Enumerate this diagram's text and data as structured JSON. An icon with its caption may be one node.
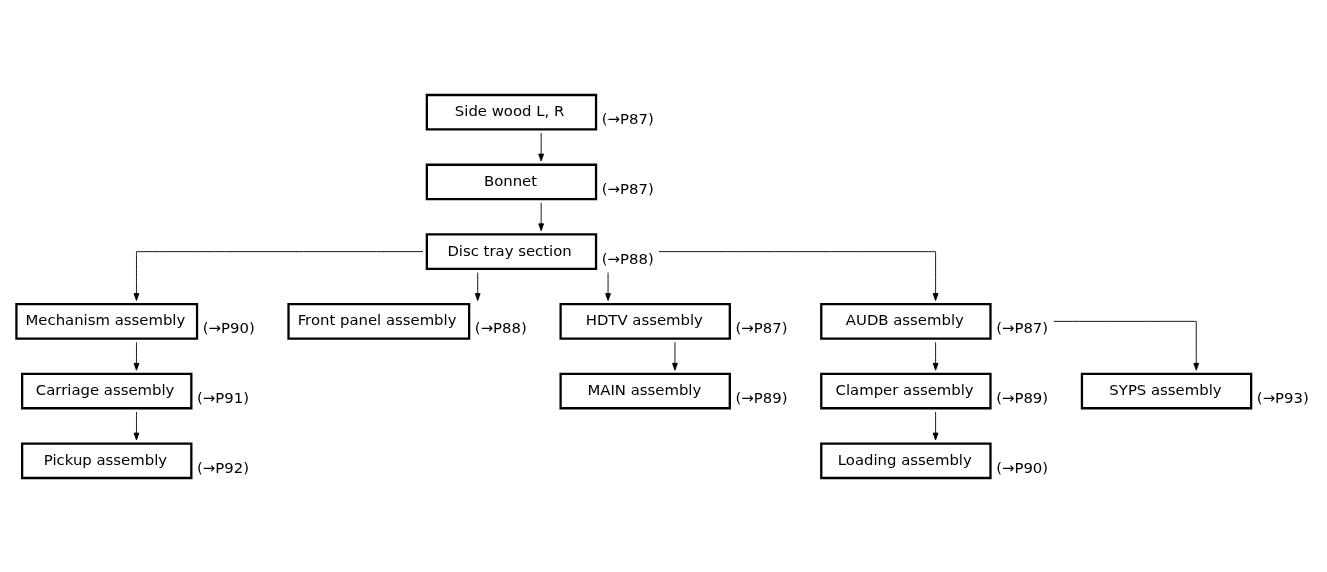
{
  "diagram": {
    "nodes": [
      {
        "text": [
          "Side wood L, R"
        ],
        "beside": [
          "(→P87)"
        ]
      },
      {
        "text": [
          "Bonnet"
        ],
        "beside": [
          "(→P87)"
        ]
      },
      {
        "text": [
          "Disc tray section"
        ],
        "beside": [
          "(→P88)"
        ]
      },
      {
        "text": [
          "Mechanism assembly"
        ],
        "beside": [
          "(→P90)"
        ]
      },
      {
        "text": [
          "Front panel assembly"
        ],
        "beside": [
          "(→P88)"
        ]
      },
      {
        "text": [
          "HDTV assembly"
        ],
        "beside": [
          "(→P87)"
        ]
      },
      {
        "text": [
          "AUDB assembly"
        ],
        "beside": [
          "(→P87)"
        ]
      },
      {
        "text": [
          "Carriage assembly"
        ],
        "beside": [
          "(→P91)"
        ]
      },
      {
        "text": [
          "MAIN assembly"
        ],
        "beside": [
          "(→P89)"
        ]
      },
      {
        "text": [
          "Clamper assembly"
        ],
        "beside": [
          "(→P89)"
        ]
      },
      {
        "text": [
          "SYPS assembly"
        ],
        "beside": [
          "(→P93)"
        ]
      },
      {
        "text": [
          "Pickup assembly"
        ],
        "beside": [
          "(→P92)"
        ]
      },
      {
        "text": [
          "Loading assembly"
        ],
        "beside": [
          "(→P90)"
        ]
      }
    ],
    "edges": [
      {
        "from": 0,
        "to": 1,
        "arrow": "to"
      },
      {
        "from": 1,
        "to": 2,
        "arrow": "to"
      },
      {
        "from": 2,
        "to": 3,
        "arrow": "to"
      },
      {
        "from": 2,
        "to": 4,
        "arrow": "to"
      },
      {
        "from": 2,
        "to": 5,
        "arrow": "to"
      },
      {
        "from": 2,
        "to": 6,
        "arrow": "to"
      },
      {
        "from": 3,
        "to": 7,
        "arrow": "to"
      },
      {
        "from": 7,
        "to": 11,
        "arrow": "to"
      },
      {
        "from": 5,
        "to": 8,
        "arrow": "to"
      },
      {
        "from": 6,
        "to": 9,
        "arrow": "to"
      },
      {
        "from": 6,
        "to": 10,
        "arrow": "to"
      },
      {
        "from": 9,
        "to": 12,
        "arrow": "to"
      }
    ]
  }
}
